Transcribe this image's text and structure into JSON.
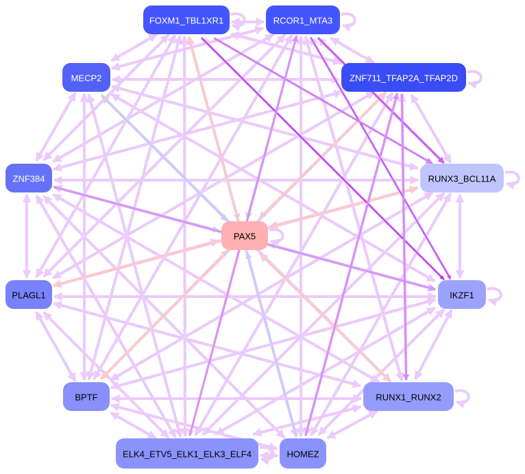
{
  "graph": {
    "nodes": [
      {
        "id": "FOXM1_TBL1XR1",
        "label": "FOXM1_TBL1XR1",
        "fill": "#4455ff",
        "text": "#ffffff"
      },
      {
        "id": "RCOR1_MTA3",
        "label": "RCOR1_MTA3",
        "fill": "#4455ff",
        "text": "#ffffff"
      },
      {
        "id": "MECP2",
        "label": "MECP2",
        "fill": "#5262f6",
        "text": "#ffffff"
      },
      {
        "id": "ZNF711_TFAP2A_TFAP2D",
        "label": "ZNF711_TFAP2A_TFAP2D",
        "fill": "#3a4cf5",
        "text": "#ffffff"
      },
      {
        "id": "ZNF384",
        "label": "ZNF384",
        "fill": "#6572f8",
        "text": "#ffffff"
      },
      {
        "id": "RUNX3_BCL11A",
        "label": "RUNX3_BCL11A",
        "fill": "#c0c4fc",
        "text": "#000000"
      },
      {
        "id": "PAX5",
        "label": "PAX5",
        "fill": "#ffb0b0",
        "text": "#000000"
      },
      {
        "id": "PLAGL1",
        "label": "PLAGL1",
        "fill": "#7882fa",
        "text": "#000000"
      },
      {
        "id": "IKZF1",
        "label": "IKZF1",
        "fill": "#9ca3fc",
        "text": "#000000"
      },
      {
        "id": "BPTF",
        "label": "BPTF",
        "fill": "#8890fc",
        "text": "#000000"
      },
      {
        "id": "RUNX1_RUNX2",
        "label": "RUNX1_RUNX2",
        "fill": "#959dfc",
        "text": "#000000"
      },
      {
        "id": "ELK4_ETV5_ELK1_ELK3_ELF4",
        "label": "ELK4_ETV5_ELK1_ELK3_ELF4",
        "fill": "#8a93fc",
        "text": "#000000"
      },
      {
        "id": "HOMEZ",
        "label": "HOMEZ",
        "fill": "#8a93fc",
        "text": "#000000"
      }
    ],
    "default_edge_color": "#ebcafc",
    "self_loops": [
      0,
      1,
      3,
      5,
      6,
      8,
      10,
      11
    ],
    "edges": [
      {
        "s": 1,
        "t": 6,
        "color": "#c4cafc"
      },
      {
        "s": 0,
        "t": 6,
        "color": "#c4cafc"
      },
      {
        "s": 4,
        "t": 6,
        "color": "#c4cafc"
      },
      {
        "s": 3,
        "t": 6,
        "color": "#c4cafc"
      },
      {
        "s": 12,
        "t": 6,
        "color": "#c8cefc"
      },
      {
        "s": 9,
        "t": 6,
        "color": "#c8cefc"
      },
      {
        "s": 8,
        "t": 6,
        "color": "#c4d0f8"
      },
      {
        "s": 6,
        "t": 2,
        "color": "#ffcbc0"
      },
      {
        "s": 6,
        "t": 0,
        "color": "#ffcbc0"
      },
      {
        "s": 6,
        "t": 11,
        "color": "#ffcbc0"
      },
      {
        "s": 6,
        "t": 9,
        "color": "#ffcbc0"
      },
      {
        "s": 6,
        "t": 7,
        "color": "#ffcbc0"
      },
      {
        "s": 6,
        "t": 5,
        "color": "#ffcbc0"
      },
      {
        "s": 6,
        "t": 10,
        "color": "#ffcbc0"
      },
      {
        "s": 6,
        "t": 3,
        "color": "#ffcbc0"
      },
      {
        "s": 0,
        "t": 8,
        "color": "#b830f8"
      },
      {
        "s": 1,
        "t": 8,
        "color": "#c050f8"
      },
      {
        "s": 1,
        "t": 5,
        "color": "#c860f8"
      },
      {
        "s": 0,
        "t": 5,
        "color": "#d080f8"
      },
      {
        "s": 4,
        "t": 8,
        "color": "#d896f8"
      },
      {
        "s": 3,
        "t": 10,
        "color": "#d88af8"
      },
      {
        "s": 2,
        "t": 6,
        "color": "#c4d0f8"
      },
      {
        "s": 12,
        "t": 3,
        "color": "#d890f8"
      },
      {
        "s": 11,
        "t": 1,
        "color": "#d890f8"
      }
    ]
  }
}
